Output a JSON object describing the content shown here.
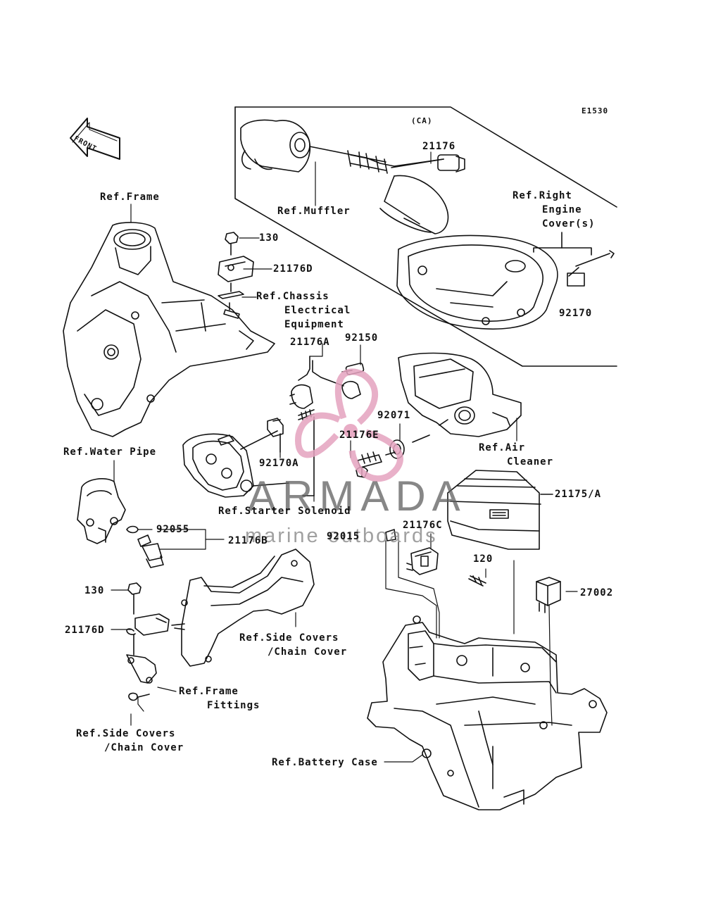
{
  "diagram_code": "E1530",
  "region_code": "(CA)",
  "labels": {
    "front": "FRONT",
    "ref_frame": "Ref.Frame",
    "ref_muffler": "Ref.Muffler",
    "p21176_top": "21176",
    "ref_right_engine_cover_1": "Ref.Right",
    "ref_right_engine_cover_2": "Engine",
    "ref_right_engine_cover_3": "Cover(s)",
    "p130_top": "130",
    "p21176D_top": "21176D",
    "ref_chassis_1": "Ref.Chassis",
    "ref_chassis_2": "Electrical",
    "ref_chassis_3": "Equipment",
    "p92170_top": "92170",
    "p21176A": "21176A",
    "p92150": "92150",
    "p92071": "92071",
    "p21176E": "21176E",
    "ref_air_cleaner_1": "Ref.Air",
    "ref_air_cleaner_2": "Cleaner",
    "ref_water_pipe": "Ref.Water Pipe",
    "p92170A": "92170A",
    "ref_starter_solenoid": "Ref.Starter Solenoid",
    "p21175A": "21175/A",
    "p92055": "92055",
    "p21176B": "21176B",
    "p92015": "92015",
    "p21176C": "21176C",
    "p120": "120",
    "p130_bottom": "130",
    "p27002": "27002",
    "p21176D_bottom": "21176D",
    "ref_side_covers_mid_1": "Ref.Side Covers",
    "ref_side_covers_mid_2": "/Chain Cover",
    "ref_frame_fittings_1": "Ref.Frame",
    "ref_frame_fittings_2": "Fittings",
    "ref_side_covers_low_1": "Ref.Side Covers",
    "ref_side_covers_low_2": "/Chain Cover",
    "ref_battery_case": "Ref.Battery Case"
  },
  "watermark": {
    "title": "ARMADA",
    "subtitle": "marine outboards",
    "accent_color": "#e5a3bf"
  },
  "colors": {
    "line": "#111111",
    "background": "#ffffff"
  }
}
